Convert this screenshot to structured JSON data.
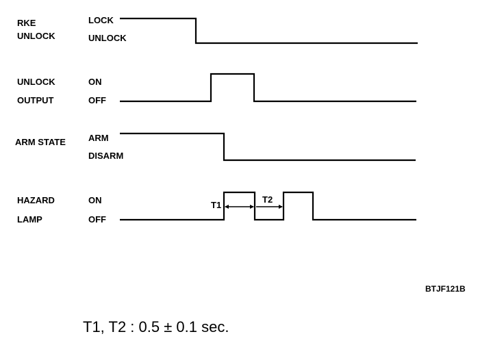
{
  "signals": {
    "rke": {
      "name_1": "RKE",
      "name_2": "UNLOCK",
      "high": "LOCK",
      "low": "UNLOCK"
    },
    "unlock_output": {
      "name_1": "UNLOCK",
      "name_2": "OUTPUT",
      "high": "ON",
      "low": "OFF"
    },
    "arm_state": {
      "name_1": "ARM STATE",
      "high": "ARM",
      "low": "DISARM"
    },
    "hazard_lamp": {
      "name_1": "HAZARD",
      "name_2": "LAMP",
      "high": "ON",
      "low": "OFF"
    }
  },
  "intervals": {
    "t1": "T1",
    "t2": "T2"
  },
  "figure_code": "BTJF121B",
  "note": "T1, T2 : 0.5 ± 0.1 sec.",
  "colors": {
    "ink": "#000000",
    "background": "#ffffff"
  }
}
